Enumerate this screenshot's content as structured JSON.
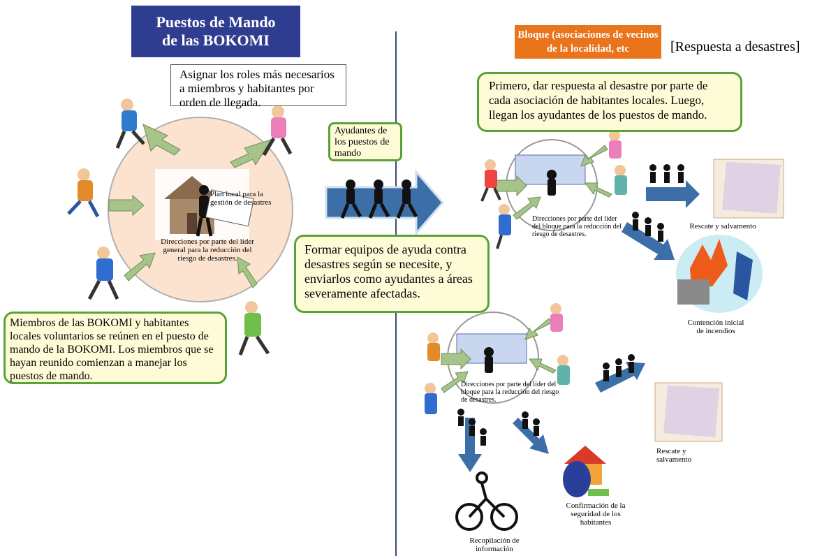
{
  "left": {
    "title_line1": "Puestos de Mando",
    "title_line2": "de las BOKOMI",
    "roles_note": "Asignar los roles más necesarios a miembros y habitantes por orden de llegada.",
    "plan_label": "Plan local para la gestión de desastres",
    "directions_label": "Direcciones por parte del líder general para la reducción del riesgo de desastres.",
    "members_note": "Miembros de las BOKOMI y habitantes locales voluntarios se reúnen en el puesto de mando de la  BOKOMI. Los miembros que se hayan reunido comienzan a manejar los puestos de mando."
  },
  "center": {
    "helpers_bubble": "Ayudantes de los puestos de mando",
    "teams_note": "Formar equipos de ayuda contra desastres según se necesite, y enviarlos como ayudantes a áreas severamente afectadas."
  },
  "right": {
    "block_title": "Bloque (asociaciones de vecinos de la localidad, etc",
    "response_label": "[Respuesta a desastres]",
    "first_note": "Primero, dar respuesta al desastre por parte de cada asociación de habitantes locales. Luego, llegan los ayudantes de los puestos de mando.",
    "block_directions_top": "Direcciones por parte del líder del bloque para la reducción del riesgo de desastres.",
    "rescue_top": "Rescate y salvamento",
    "fire": "Contención inicial de incendios",
    "block_directions_bottom": "Direcciones por parte del líder del bloque para la reducción del riesgo de desastres.",
    "rescue_bottom": "Rescate y salvamento",
    "safety": "Confirmación de la seguridad de los habitantes",
    "info": "Recopilación de información"
  },
  "colors": {
    "title_bg": "#2e3d8f",
    "orange": "#e9741c",
    "callout_border": "#5aa235",
    "callout_bg": "#fefcd7",
    "circle_fill": "#fbe3cf",
    "arrow_green": "#a6c48a",
    "arrow_blue": "#3c6ea8"
  }
}
